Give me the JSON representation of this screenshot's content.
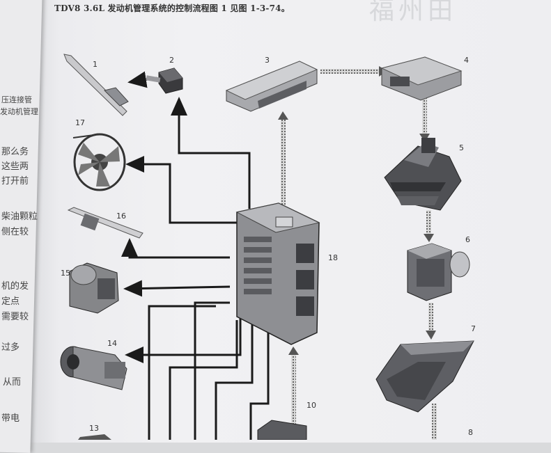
{
  "page": {
    "heading": "TDV8 3.6L 发动机管理系统的控制流程图 1 见图 1-3-74。",
    "watermark": "福州田"
  },
  "margin_fragments": [
    "压连接管",
    "发动机管理",
    "那么务",
    "这些两",
    "打开前",
    "柴油颗粒",
    "侧在较",
    "机的发",
    "定点",
    "需要较",
    "过多",
    "从而",
    "带电"
  ],
  "figure": {
    "components": [
      {
        "id": "1",
        "label": "1",
        "shape": "glow-plug"
      },
      {
        "id": "2",
        "label": "2",
        "shape": "relay-box"
      },
      {
        "id": "3",
        "label": "3",
        "shape": "control-module"
      },
      {
        "id": "4",
        "label": "4",
        "shape": "control-module-small"
      },
      {
        "id": "5",
        "label": "5",
        "shape": "valve-block"
      },
      {
        "id": "6",
        "label": "6",
        "shape": "abs-pump"
      },
      {
        "id": "7",
        "label": "7",
        "shape": "air-duct"
      },
      {
        "id": "8",
        "label": "8",
        "shape": "unknown"
      },
      {
        "id": "10",
        "label": "10",
        "shape": "connector"
      },
      {
        "id": "13",
        "label": "13",
        "shape": "unknown"
      },
      {
        "id": "14",
        "label": "14",
        "shape": "starter-motor"
      },
      {
        "id": "15",
        "label": "15",
        "shape": "throttle-actuator"
      },
      {
        "id": "16",
        "label": "16",
        "shape": "injector"
      },
      {
        "id": "17",
        "label": "17",
        "shape": "cooling-fan"
      },
      {
        "id": "18",
        "label": "18",
        "shape": "ecm"
      }
    ],
    "connections": [
      {
        "from": "18",
        "to": "2",
        "style": "solid"
      },
      {
        "from": "2",
        "to": "1",
        "style": "solid"
      },
      {
        "from": "18",
        "to": "17",
        "style": "solid"
      },
      {
        "from": "18",
        "to": "16",
        "style": "solid"
      },
      {
        "from": "18",
        "to": "15",
        "style": "solid"
      },
      {
        "from": "18",
        "to": "14",
        "style": "solid"
      },
      {
        "from": "18",
        "to": "3",
        "style": "can-bus"
      },
      {
        "from": "3",
        "to": "4",
        "style": "can-bus"
      },
      {
        "from": "4",
        "to": "5",
        "style": "can-bus"
      },
      {
        "from": "5",
        "to": "6",
        "style": "can-bus"
      },
      {
        "from": "6",
        "to": "7",
        "style": "can-bus"
      },
      {
        "from": "7",
        "to": "8",
        "style": "can-bus"
      },
      {
        "from": "10",
        "to": "18",
        "style": "can-bus"
      }
    ]
  }
}
